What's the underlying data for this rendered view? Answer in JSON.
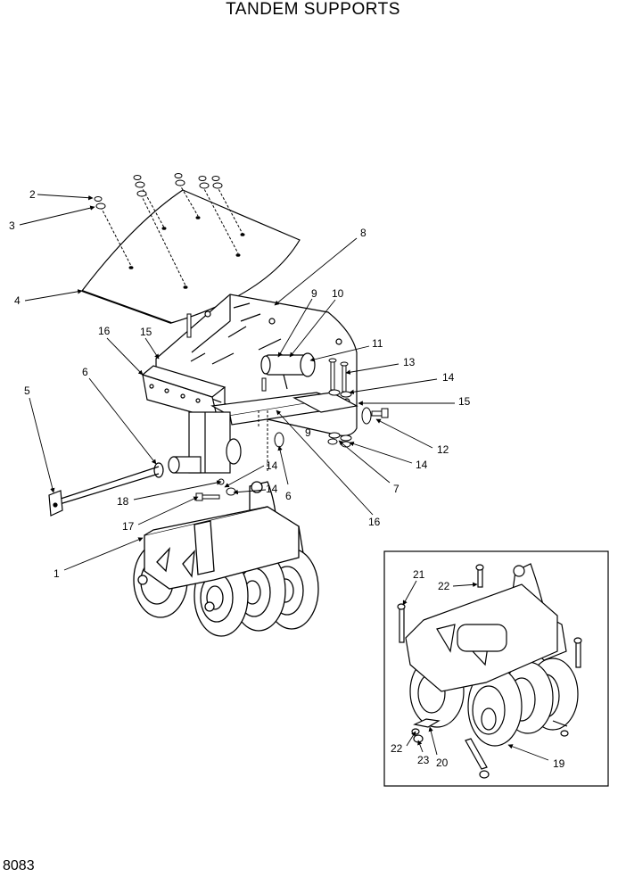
{
  "title": "TANDEM SUPPORTS",
  "drawing_code": "8083",
  "callouts": [
    "1",
    "2",
    "3",
    "4",
    "5",
    "6",
    "7",
    "8",
    "9",
    "10",
    "11",
    "12",
    "13",
    "14",
    "15",
    "16",
    "17",
    "18",
    "19",
    "20",
    "21",
    "22",
    "23"
  ]
}
